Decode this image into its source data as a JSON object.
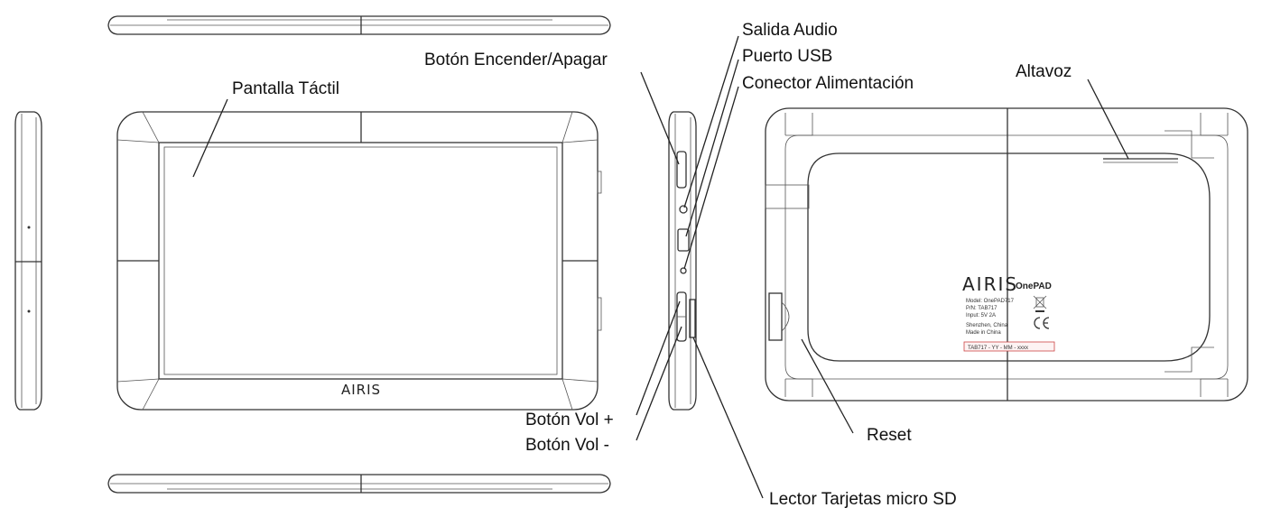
{
  "callouts": {
    "touchscreen": "Pantalla Táctil",
    "power_button": "Botón Encender/Apagar",
    "audio_out": "Salida Audio",
    "usb_port": "Puerto USB",
    "power_connector": "Conector Alimentación",
    "speaker": "Altavoz",
    "vol_up": "Botón Vol +",
    "vol_down": "Botón Vol -",
    "reset": "Reset",
    "sd_reader": "Lector Tarjetas micro SD"
  },
  "front": {
    "logo": "AIRIS"
  },
  "back_label": {
    "logo": "AIRIS",
    "model": "OnePAD",
    "line1": "Model: OnePAD717",
    "line2": "P/N: TAB717",
    "line3": "Input: 5V 2A",
    "line4": "Shenzhen, China",
    "line5": "Made in China",
    "serial": "TAB717 - YY - MM - xxxx"
  }
}
